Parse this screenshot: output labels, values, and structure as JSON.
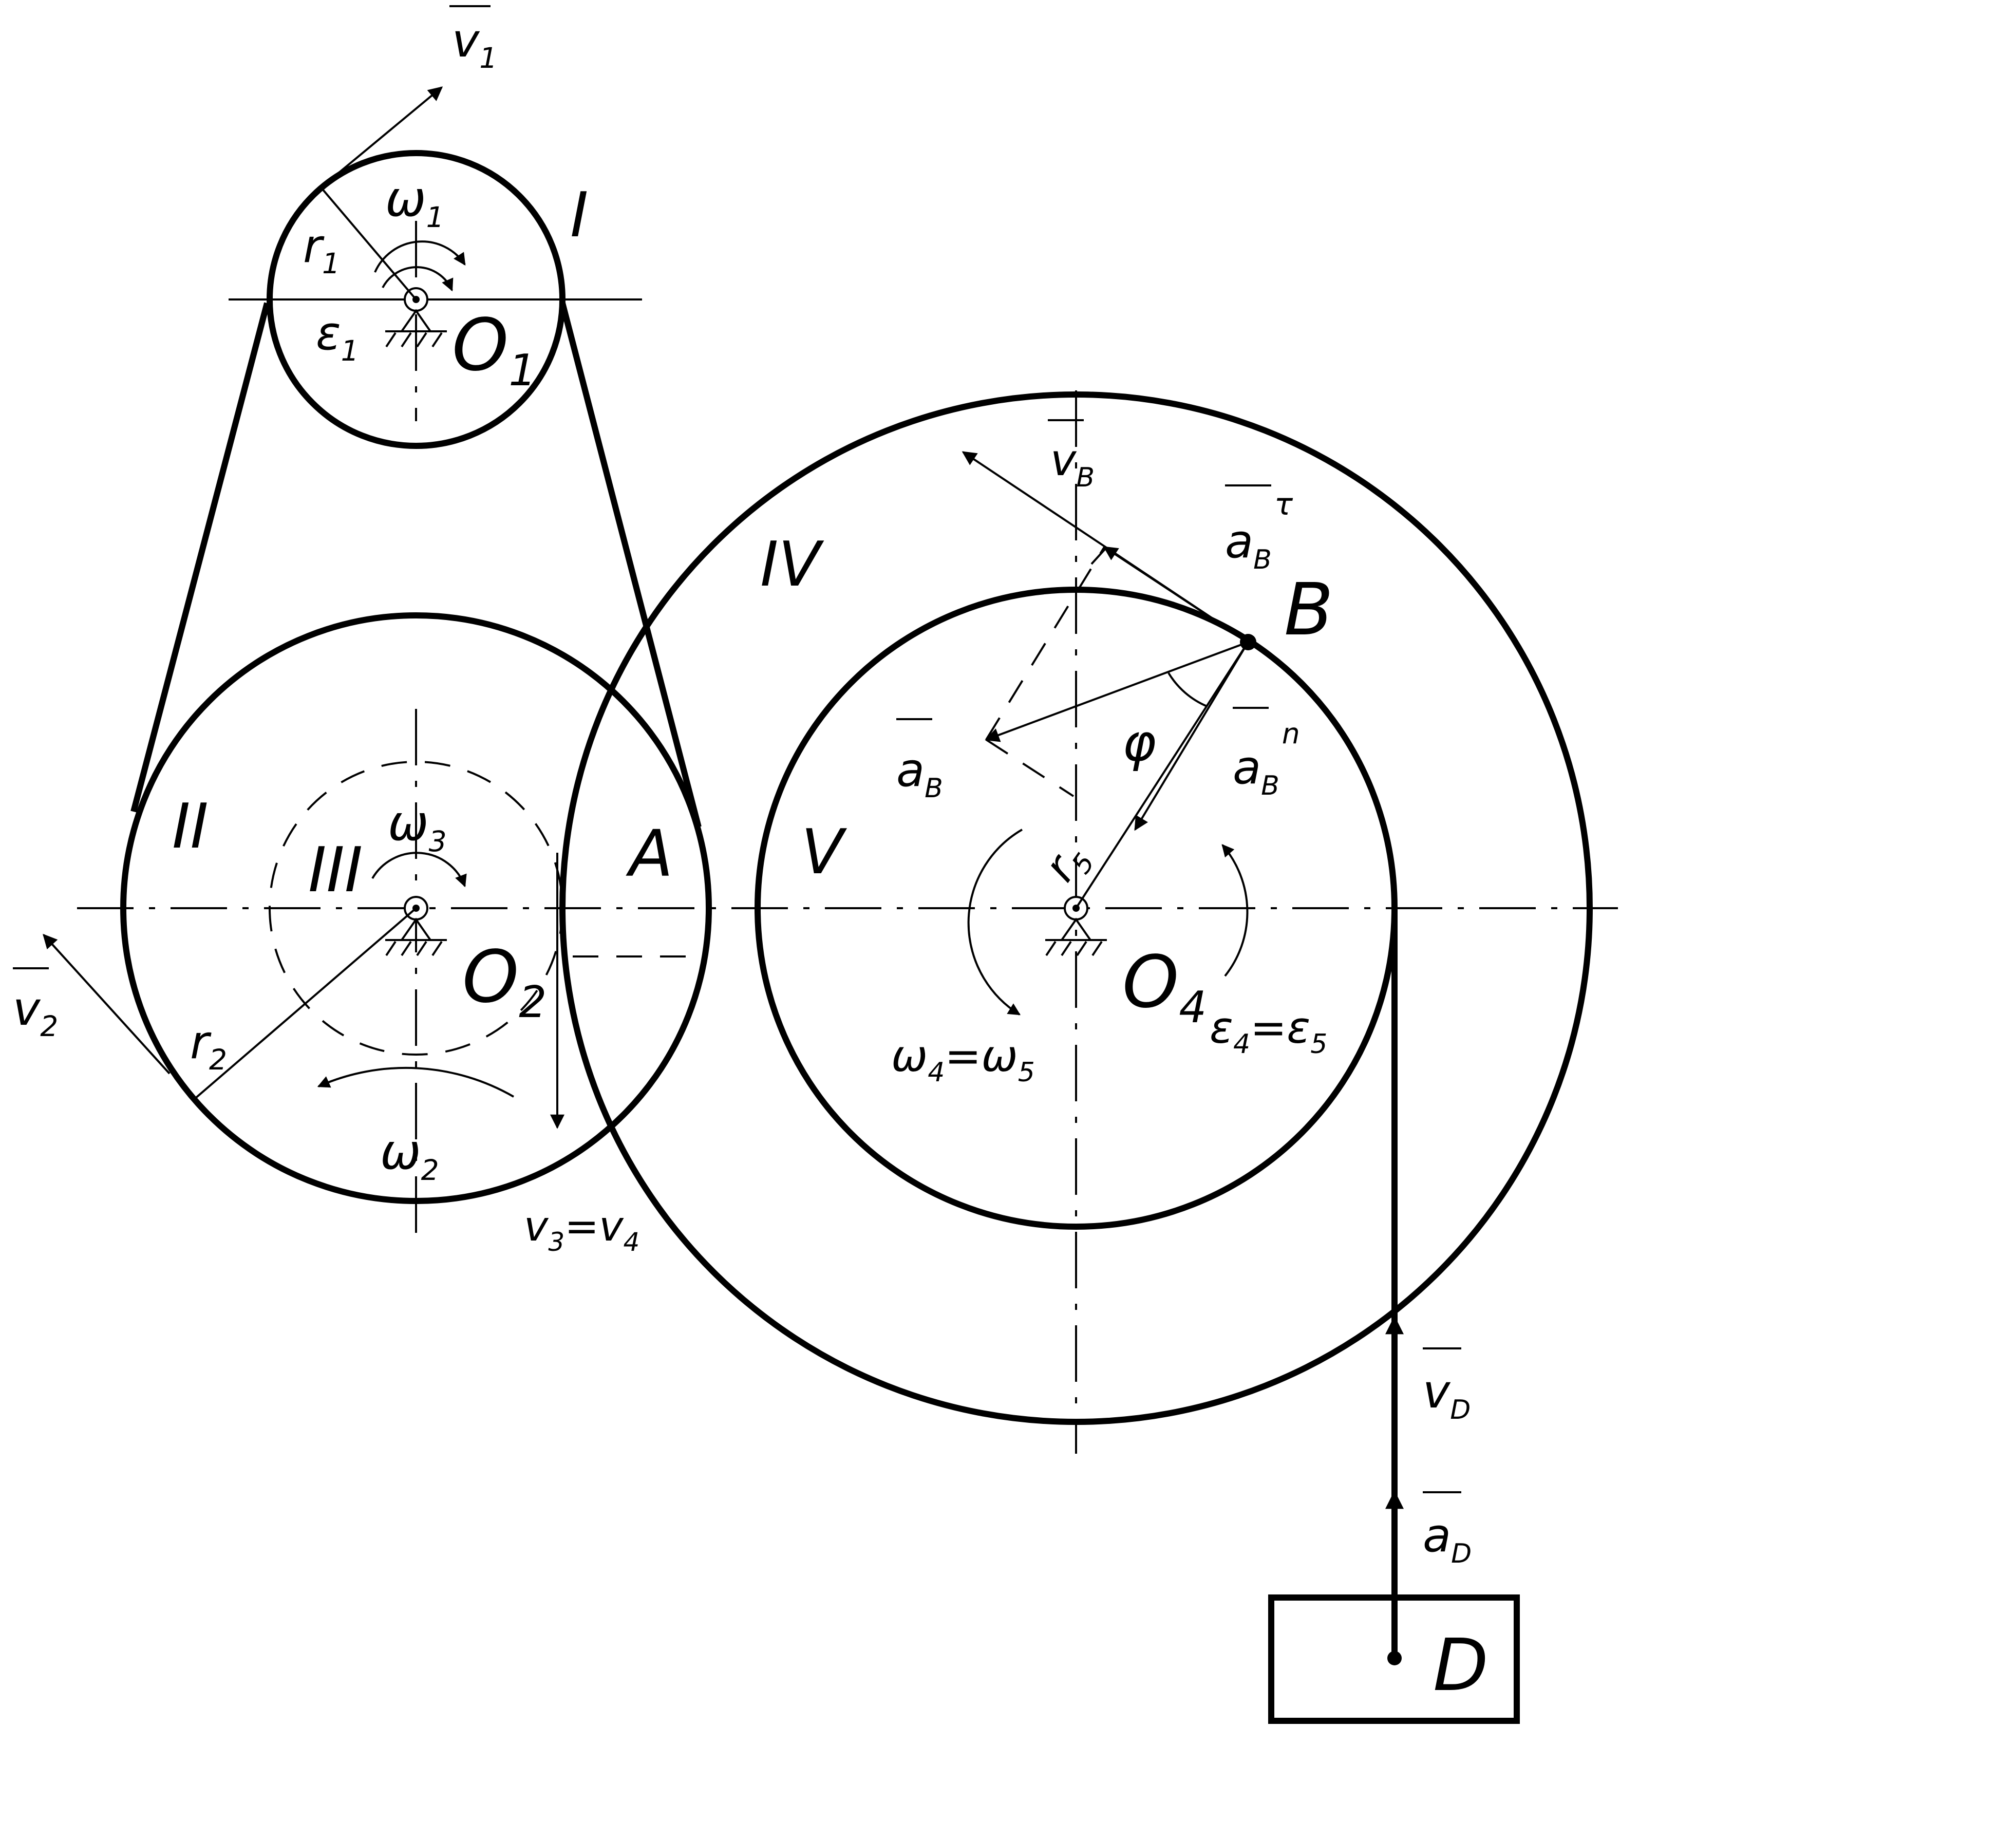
{
  "labels": {
    "v1": "v",
    "v1_sub": "1",
    "omega1": "ω",
    "omega1_sub": "1",
    "r1": "r",
    "r1_sub": "1",
    "eps1": "ε",
    "eps1_sub": "1",
    "O1": "O",
    "O1_sub": "1",
    "wheel_I": "I",
    "wheel_II": "II",
    "wheel_III": "III",
    "omega3": "ω",
    "omega3_sub": "3",
    "O2": "O",
    "O2_sub": "2",
    "point_A": "A",
    "v2": "v",
    "v2_sub": "2",
    "r2": "r",
    "r2_sub": "2",
    "omega2": "ω",
    "omega2_sub": "2",
    "v3v4": "v",
    "v3_sub": "3",
    "v3v4_eq": "=v",
    "v4_sub": "4",
    "wheel_IV": "IV",
    "wheel_V": "V",
    "vB": "v",
    "vB_sub": "B",
    "aBtau": "a",
    "aBtau_sub": "B",
    "aBtau_sup": "τ",
    "point_B": "B",
    "aB": "a",
    "aB_sub": "B",
    "phi": "φ",
    "aBn": "a",
    "aBn_sub": "B",
    "aBn_sup": "n",
    "r5": "r",
    "r5_sub": "5",
    "O4": "O",
    "O4_sub": "4",
    "omega45": "ω",
    "omega4_sub": "4",
    "omega45_eq": "=ω",
    "omega5_sub": "5",
    "eps45": "ε",
    "eps4_sub": "4",
    "eps45_eq": "=ε",
    "eps5_sub": "5",
    "vD": "v",
    "vD_sub": "D",
    "aD": "a",
    "aD_sub": "D",
    "point_D": "D"
  }
}
